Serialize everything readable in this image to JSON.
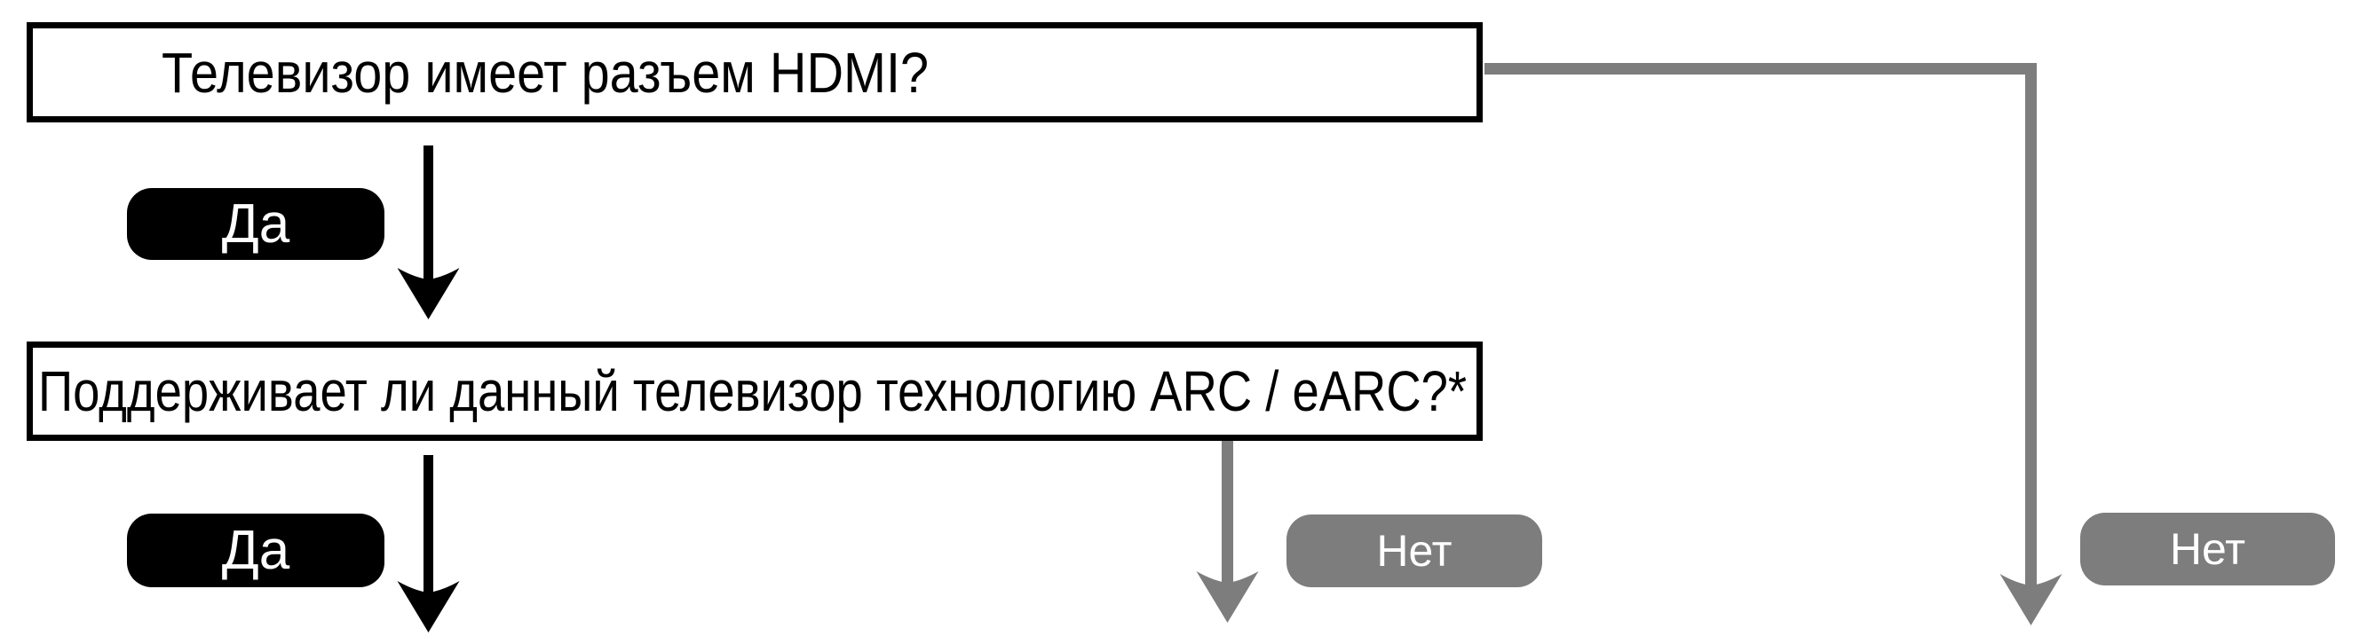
{
  "flowchart": {
    "box1": {
      "question": "Телевизор имеет разъем HDMI?"
    },
    "box2": {
      "question": "Поддерживает ли данный телевизор технологию ARC / eARC?*"
    },
    "yes1": {
      "label": "Да"
    },
    "yes2": {
      "label": "Да"
    },
    "no_middle": {
      "label": "Нет"
    },
    "no_right": {
      "label": "Нет"
    },
    "colors": {
      "background": "#ffffff",
      "box_border": "#000000",
      "box_text": "#000000",
      "yes_badge_bg": "#000000",
      "yes_badge_text": "#ffffff",
      "no_badge_bg": "#7d7d7d",
      "no_badge_text": "#ffffff",
      "black_arrow": "#000000",
      "gray_connector": "#7d7d7d"
    },
    "icons": {
      "black_down_arrow": "down-arrow-icon",
      "gray_down_arrow": "gray-down-arrow-icon",
      "gray_elbow": "elbow-connector"
    }
  }
}
